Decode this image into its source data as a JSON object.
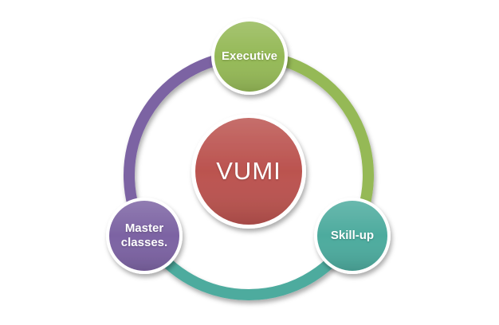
{
  "diagram": {
    "type": "cycle",
    "background_color": "#ffffff",
    "text_color": "#ffffff",
    "rim_color": "#ffffff",
    "center": {
      "id": "vumi",
      "label": "VUMI",
      "color": "#bb534f"
    },
    "nodes": [
      {
        "id": "executive",
        "label": "Executive",
        "color": "#95b957",
        "position": "top"
      },
      {
        "id": "skill-up",
        "label": "Skill-up",
        "color": "#4dab9e",
        "position": "bottom-right"
      },
      {
        "id": "master-classes",
        "label": "Master classes.",
        "color": "#7c63a3",
        "position": "bottom-left"
      }
    ],
    "ring_segments": [
      {
        "id": "master-to-executive",
        "from": "Master classes.",
        "to": "Executive",
        "color": "#7c63a3"
      },
      {
        "id": "executive-to-skill-up",
        "from": "Executive",
        "to": "Skill-up",
        "color": "#95b957"
      },
      {
        "id": "skill-up-to-master",
        "from": "Skill-up",
        "to": "Master classes.",
        "color": "#4dab9e"
      }
    ]
  }
}
